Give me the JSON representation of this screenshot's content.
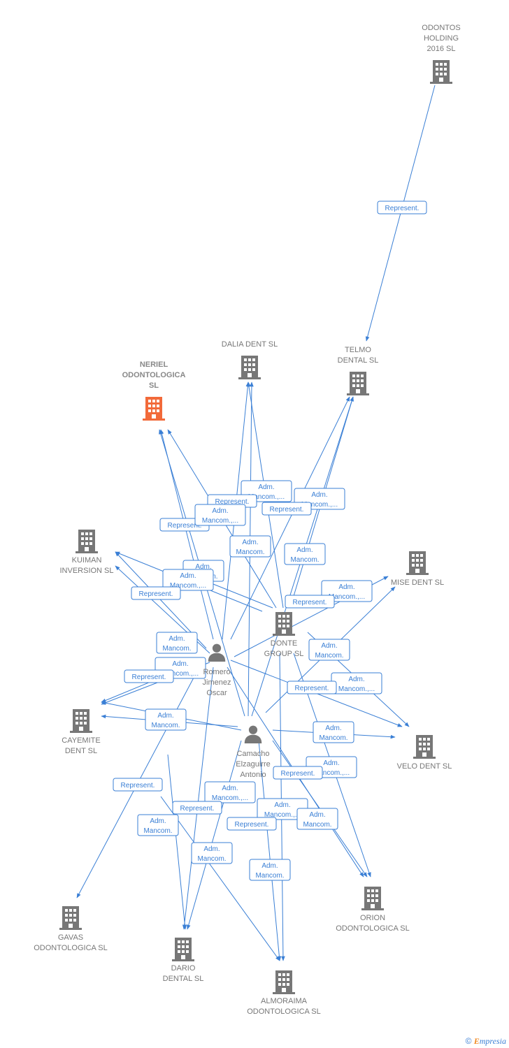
{
  "nodes": {
    "odontos_holding": {
      "label": [
        "ODONTOS",
        "HOLDING",
        "2016  SL"
      ],
      "kind": "company"
    },
    "telmo_dental": {
      "label": [
        "TELMO",
        "DENTAL SL"
      ],
      "kind": "company"
    },
    "dalia_dent": {
      "label": [
        "DALIA DENT SL"
      ],
      "kind": "company"
    },
    "neriel_odontologica": {
      "label": [
        "NERIEL",
        "ODONTOLOGICA",
        "SL"
      ],
      "kind": "company-highlight"
    },
    "kuiman_inversion": {
      "label": [
        "KUIMAN",
        "INVERSION SL"
      ],
      "kind": "company"
    },
    "mise_dent": {
      "label": [
        "MISE DENT SL"
      ],
      "kind": "company"
    },
    "donte_group": {
      "label": [
        "DONTE",
        "GROUP  SL"
      ],
      "kind": "company"
    },
    "romero_jimenez": {
      "label": [
        "Romero",
        "Jimenez",
        "Oscar"
      ],
      "kind": "person"
    },
    "cayemite_dent": {
      "label": [
        "CAYEMITE",
        "DENT SL"
      ],
      "kind": "company"
    },
    "velo_dent": {
      "label": [
        "VELO DENT SL"
      ],
      "kind": "company"
    },
    "camacho_elzaguirre": {
      "label": [
        "Camacho",
        "Elzaguirre",
        "Antonio"
      ],
      "kind": "person"
    },
    "gavas_odontologica": {
      "label": [
        "GAVAS",
        "ODONTOLOGICA SL"
      ],
      "kind": "company"
    },
    "dario_dental": {
      "label": [
        "DARIO",
        "DENTAL SL"
      ],
      "kind": "company"
    },
    "orion_odontologica": {
      "label": [
        "ORION",
        "ODONTOLOGICA SL"
      ],
      "kind": "company"
    },
    "almoraima_odontologica": {
      "label": [
        "ALMORAIMA",
        "ODONTOLOGICA SL"
      ],
      "kind": "company"
    }
  },
  "edge_labels": {
    "represent": [
      "Represent."
    ],
    "represent_trunc": [
      "Represent."
    ],
    "adm_mancom": [
      "Adm.",
      "Mancom."
    ],
    "adm_mancom_ell": [
      "Adm.",
      "Mancom.,..."
    ],
    "adm_mancom_cut": [
      "Adm.",
      "Mancom.,..."
    ]
  },
  "colors": {
    "edge": "#3a7fd5",
    "node": "#777777",
    "highlight": "#f26a3a"
  },
  "footer": {
    "copyright": "©",
    "brand": "mpresia",
    "brand_initial": "E"
  }
}
